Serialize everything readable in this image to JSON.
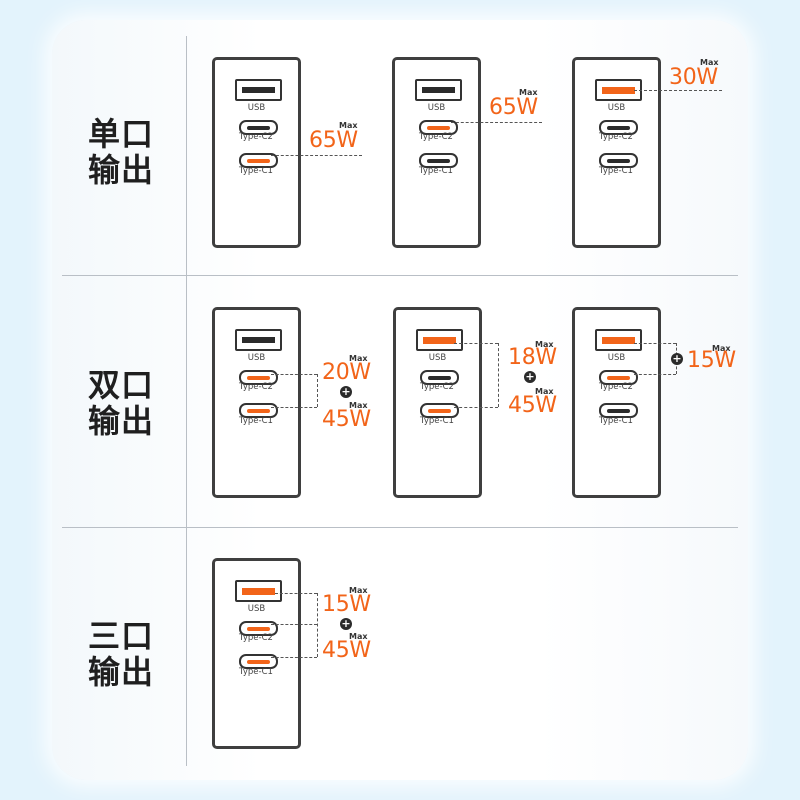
{
  "colors": {
    "accent": "#f26419",
    "outline": "#3f3f3f",
    "background": "#e3f3fc"
  },
  "port_labels": {
    "usb": "USB",
    "c2": "Type-C2",
    "c1": "Type-C1"
  },
  "max_label": "Max",
  "plus_sign": "+",
  "rows": [
    {
      "label_line1": "单口",
      "label_line2": "输出",
      "items": [
        {
          "active": [
            "c1"
          ],
          "watts": [
            "65W"
          ]
        },
        {
          "active": [
            "c2"
          ],
          "watts": [
            "65W"
          ]
        },
        {
          "active": [
            "usb"
          ],
          "watts": [
            "30W"
          ]
        }
      ]
    },
    {
      "label_line1": "双口",
      "label_line2": "输出",
      "items": [
        {
          "active": [
            "c2",
            "c1"
          ],
          "watts": [
            "20W",
            "45W"
          ]
        },
        {
          "active": [
            "usb",
            "c1"
          ],
          "watts": [
            "18W",
            "45W"
          ]
        },
        {
          "active": [
            "usb",
            "c2"
          ],
          "watts": [
            "15W"
          ]
        }
      ]
    },
    {
      "label_line1": "三口",
      "label_line2": "输出",
      "items": [
        {
          "active": [
            "usb",
            "c2",
            "c1"
          ],
          "watts": [
            "15W",
            "45W"
          ]
        }
      ]
    }
  ]
}
